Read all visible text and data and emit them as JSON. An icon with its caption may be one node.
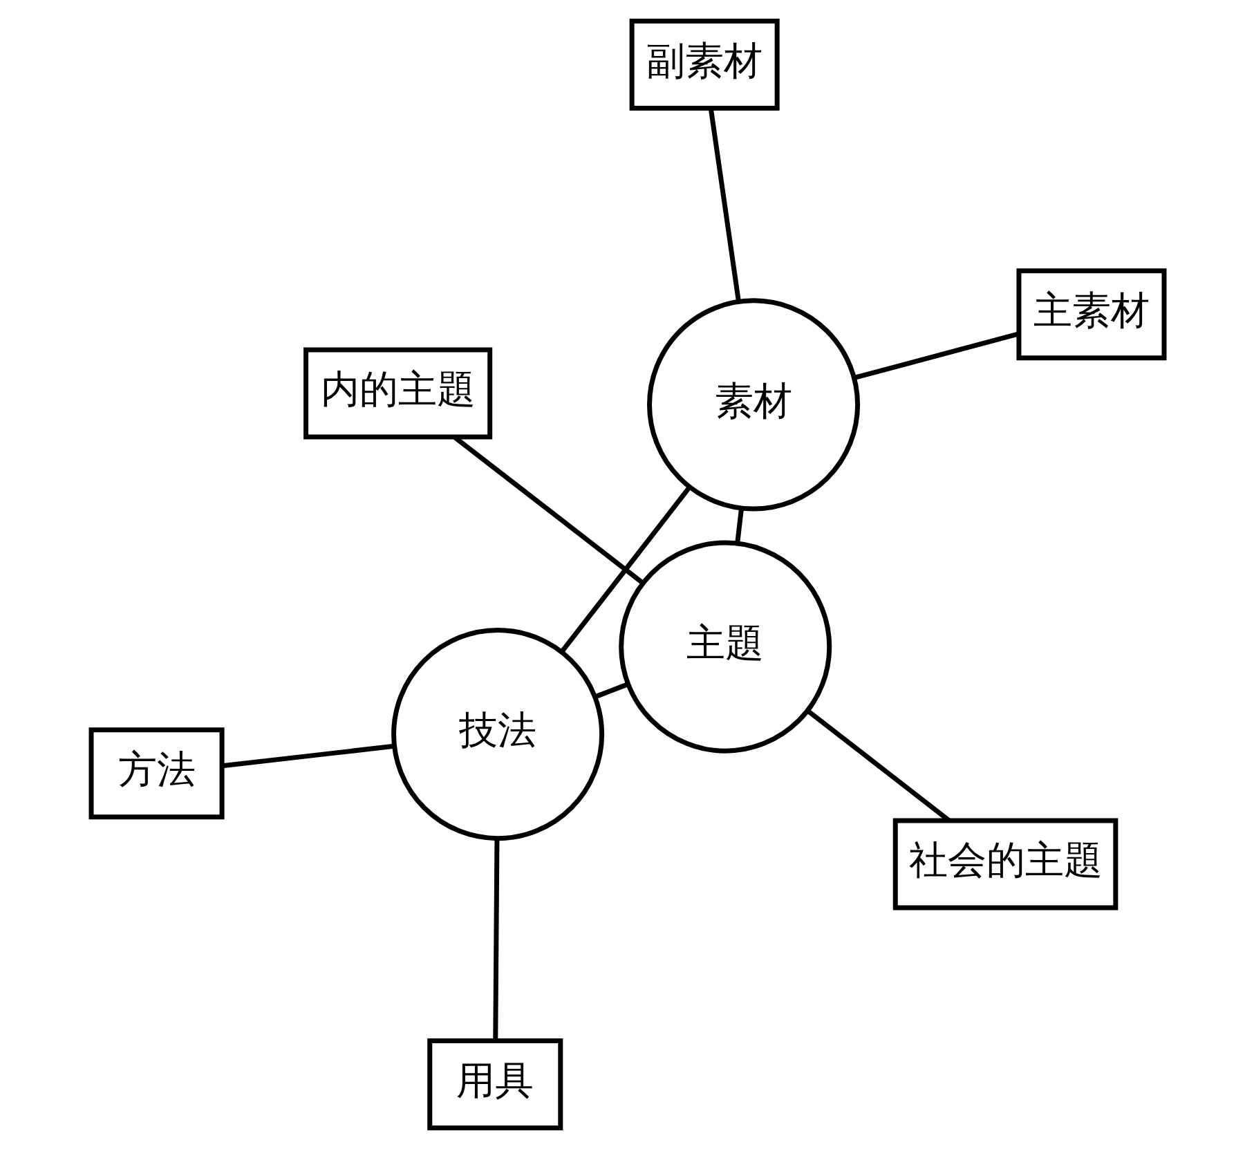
{
  "diagram": {
    "nodes": [
      {
        "text": [
          "内的主題"
        ]
      },
      {
        "text": [
          "社会的主題"
        ]
      },
      {
        "text": [
          "主題"
        ]
      },
      {
        "text": [
          "副素材"
        ]
      },
      {
        "text": [
          "素材"
        ]
      },
      {
        "text": [
          "技法"
        ]
      },
      {
        "text": [
          "方法"
        ]
      },
      {
        "text": [
          "主素材"
        ]
      },
      {
        "text": [
          "用具"
        ]
      }
    ],
    "edges": [
      {
        "from": 0,
        "to": 2,
        "arrow": "none"
      },
      {
        "from": 1,
        "to": 2,
        "arrow": "none"
      },
      {
        "from": 2,
        "to": 4,
        "arrow": "none"
      },
      {
        "from": 2,
        "to": 5,
        "arrow": "none"
      },
      {
        "from": 4,
        "to": 5,
        "arrow": "none"
      },
      {
        "from": 3,
        "to": 4,
        "arrow": "none"
      },
      {
        "from": 4,
        "to": 7,
        "arrow": "none"
      },
      {
        "from": 6,
        "to": 5,
        "arrow": "none"
      },
      {
        "from": 5,
        "to": 8,
        "arrow": "none"
      }
    ]
  }
}
